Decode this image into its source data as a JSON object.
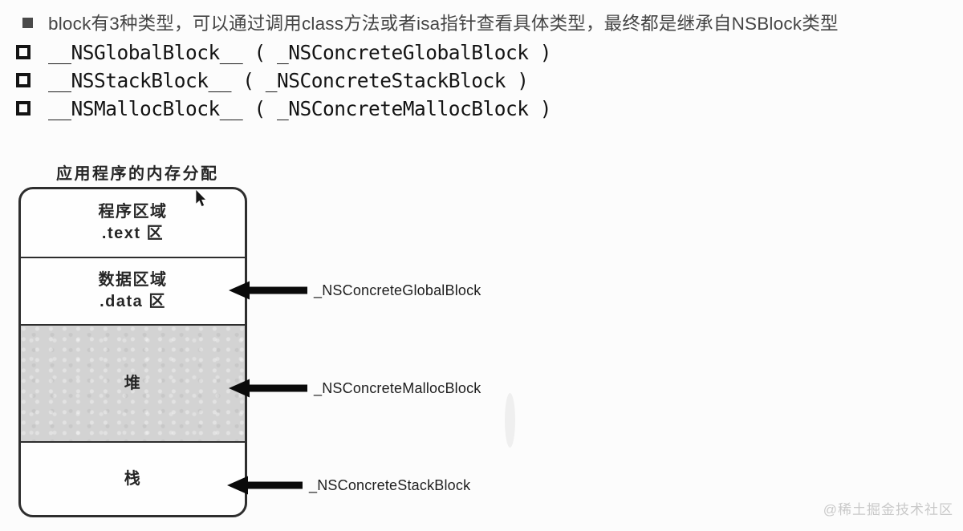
{
  "intro": {
    "text": "block有3种类型，可以通过调用class方法或者isa指针查看具体类型，最终都是继承自NSBlock类型"
  },
  "block_types": [
    {
      "code": "__NSGlobalBlock__ ( _NSConcreteGlobalBlock )"
    },
    {
      "code": "__NSStackBlock__ ( _NSConcreteStackBlock )"
    },
    {
      "code": "__NSMallocBlock__ ( _NSConcreteMallocBlock )"
    }
  ],
  "diagram": {
    "title": "应用程序的内存分配",
    "sections": {
      "text": {
        "line1": "程序区域",
        "line2": ".text 区"
      },
      "data": {
        "line1": "数据区域",
        "line2": ".data 区"
      },
      "heap": {
        "line1": "堆"
      },
      "stack": {
        "line1": "栈"
      }
    },
    "annotations": {
      "global": {
        "label": "_NSConcreteGlobalBlock"
      },
      "malloc": {
        "label": "_NSConcreteMallocBlock"
      },
      "stack": {
        "label": "_NSConcreteStackBlock"
      }
    }
  },
  "watermark": {
    "text": "@稀土掘金技术社区"
  },
  "icons": {
    "intro_bullet": "filled-square",
    "item_bullet": "hollow-square-outline",
    "pointer": "mouse-arrow-cursor",
    "annotation_arrow": "left-arrow"
  },
  "colors": {
    "page_bg": "#fcfcfc",
    "intro_bullet": "#4a4a4a",
    "intro_text": "#454545",
    "code_text": "#141414",
    "diagram_text": "#262626",
    "box_border": "#2e2e2e",
    "heap_fill": "#d3d3d3",
    "arrow": "#0a0a0a",
    "label_text": "#1e1e1e",
    "watermark": "#c9c9c9"
  }
}
